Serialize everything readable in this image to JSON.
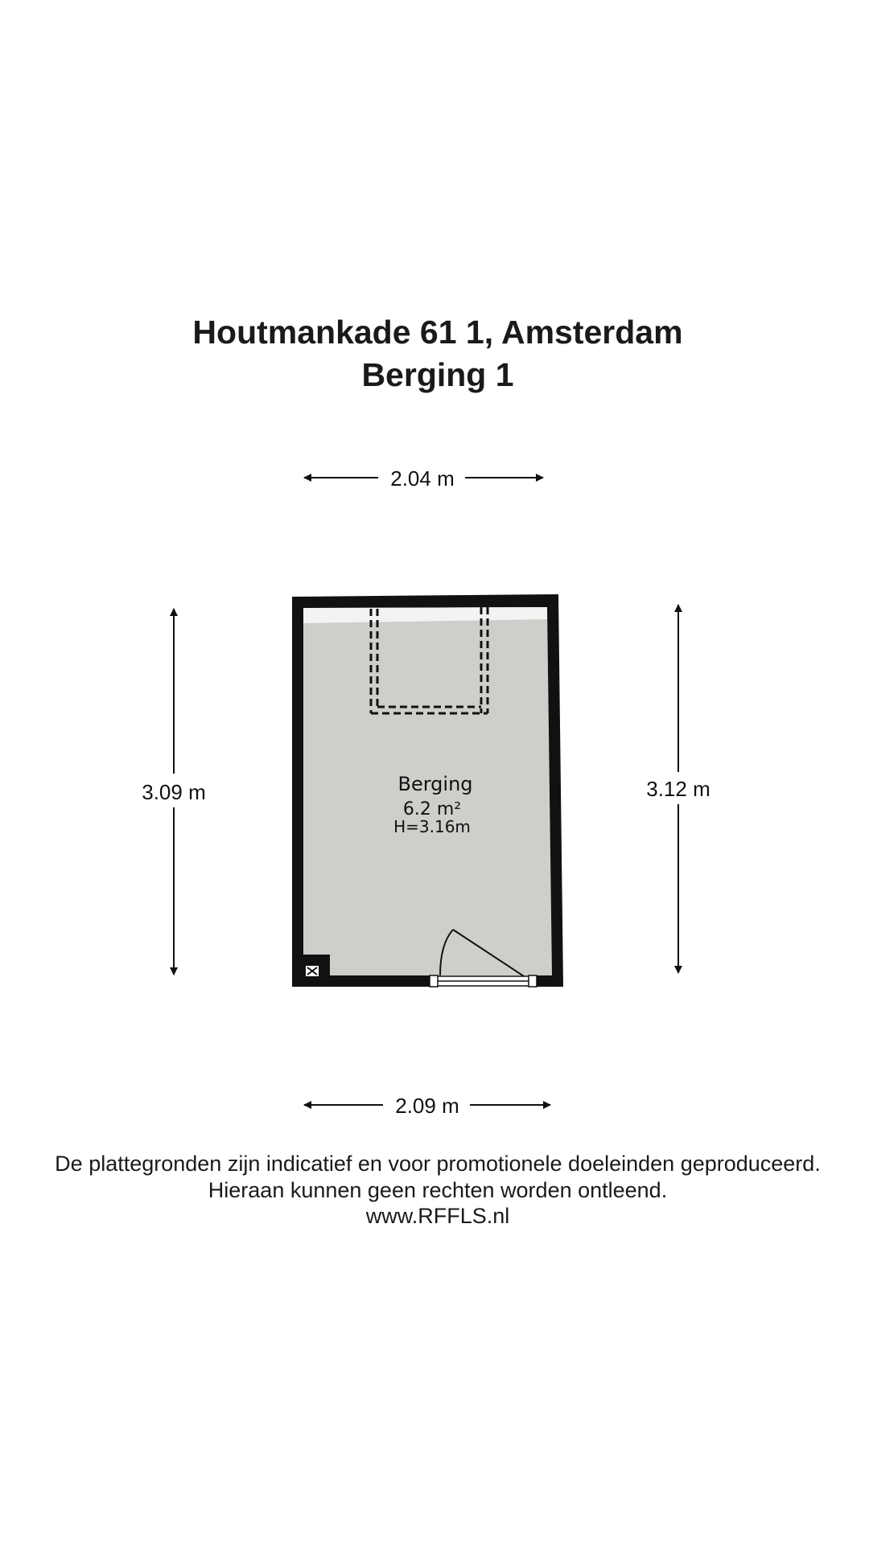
{
  "header": {
    "address": "Houtmankade 61 1, Amsterdam",
    "floor": "Berging 1"
  },
  "plan": {
    "dimensions": {
      "top_width": "2.04 m",
      "bottom_width": "2.09 m",
      "left_height": "3.09 m",
      "right_height": "3.12 m"
    },
    "room": {
      "name": "Berging",
      "area": "6.2 m²",
      "height": "H=3.16m"
    },
    "colors": {
      "wall": "#111111",
      "floor": "#cdcfcb",
      "background": "#ffffff"
    },
    "icons": [
      "meter-box-icon",
      "door-icon",
      "dashed-outline-icon"
    ]
  },
  "footer": {
    "disclaimer_line1": "De plattegronden zijn indicatief en voor promotionele doeleinden geproduceerd.",
    "disclaimer_line2": "Hieraan kunnen geen rechten worden ontleend.",
    "url": "www.RFFLS.nl"
  }
}
